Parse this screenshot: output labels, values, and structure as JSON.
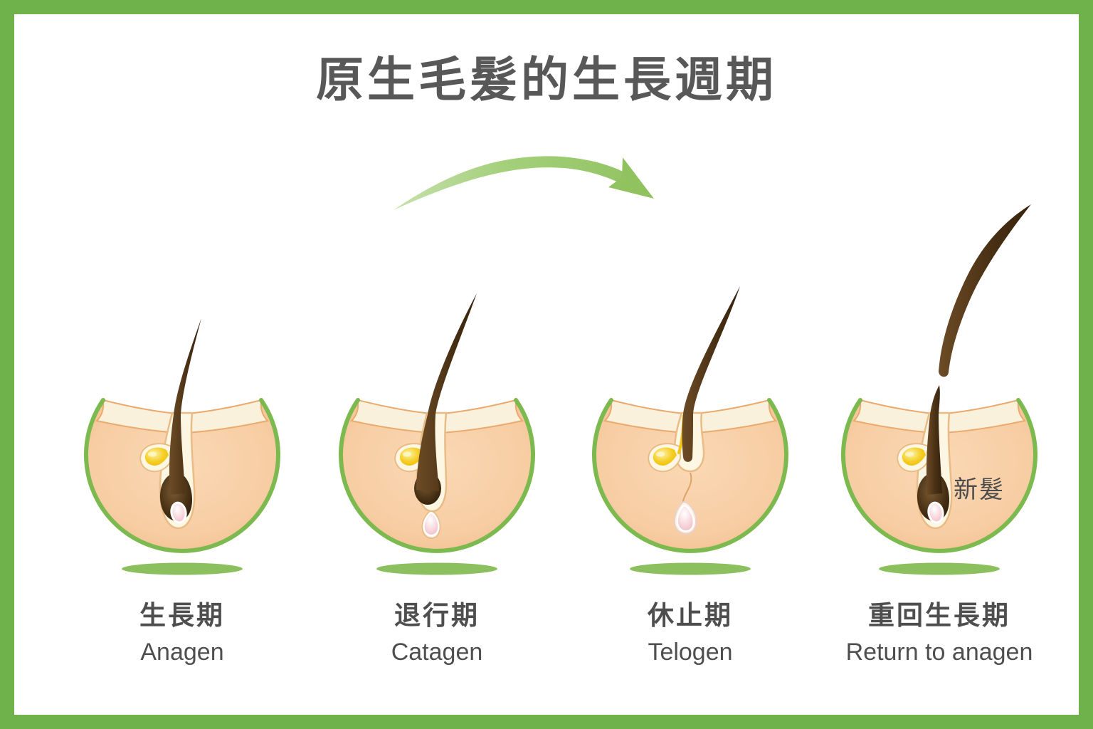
{
  "title": "原生毛髮的生長週期",
  "cycle_arrow": {
    "icon": "cycle-arrow",
    "direction": "left-to-right"
  },
  "stages": [
    {
      "zh": "生長期",
      "en": "Anagen"
    },
    {
      "zh": "退行期",
      "en": "Catagen"
    },
    {
      "zh": "休止期",
      "en": "Telogen"
    },
    {
      "zh": "重回生長期",
      "en": "Return to anagen"
    }
  ],
  "annotations": {
    "new_hair": "新髮"
  },
  "colors": {
    "frame_green": "#6fb14b",
    "outline_green": "#7cba50",
    "shadow_green": "#8cc05f",
    "arrow_green": "#9bc96f",
    "skin_peach": "#f8cfa6",
    "epidermis_cream": "#faf1dc",
    "hair_brown": "#4a3115",
    "gland_yellow": "#f5ce24",
    "papilla_pink": "#f3c9d2",
    "text_gray": "#4e4e4e"
  }
}
